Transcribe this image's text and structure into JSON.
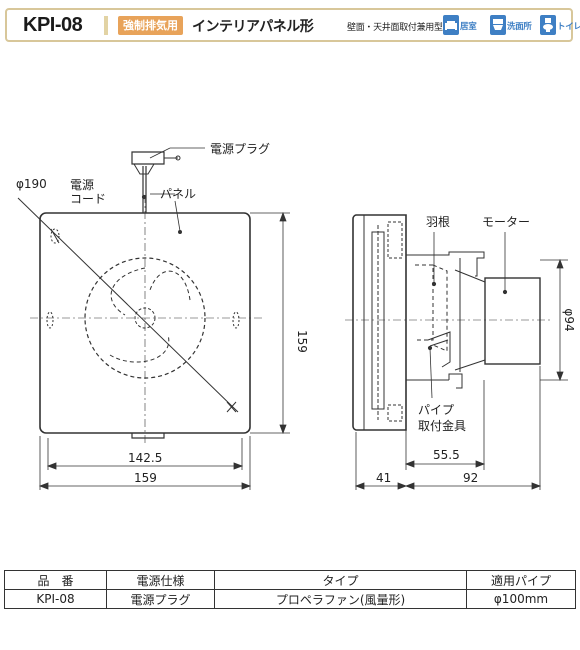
{
  "header": {
    "model": "KPI-08",
    "badge": "強制排気用",
    "product_type": "インテリアパネル形",
    "mounting": "壁面・天井面取付兼用型",
    "rooms": [
      {
        "label": "居室",
        "icon": "sofa-icon"
      },
      {
        "label": "洗面所",
        "icon": "washbasin-icon"
      },
      {
        "label": "トイレ",
        "icon": "toilet-icon"
      }
    ],
    "colors": {
      "badge": "#e8a35a",
      "room_icon": "#3e7fc4",
      "border": "#d8c79a"
    }
  },
  "drawing": {
    "labels": {
      "power_plug": "電源プラグ",
      "power_cord_line1": "電源",
      "power_cord_line2": "コード",
      "panel": "パネル",
      "blade": "羽根",
      "motor": "モーター",
      "pipe_bracket_line1": "パイプ",
      "pipe_bracket_line2": "取付金具"
    },
    "dimensions": {
      "diameter_190": "φ190",
      "height_159": "159",
      "width_142_5": "142.5",
      "width_159": "159",
      "diameter_94": "φ94",
      "depth_55_5": "55.5",
      "depth_41": "41",
      "depth_92": "92"
    }
  },
  "spec_table": {
    "headers": [
      "品　番",
      "電源仕様",
      "タイプ",
      "適用パイプ"
    ],
    "rows": [
      [
        "KPI-08",
        "電源プラグ",
        "プロペラファン(風量形)",
        "φ100mm"
      ]
    ]
  }
}
